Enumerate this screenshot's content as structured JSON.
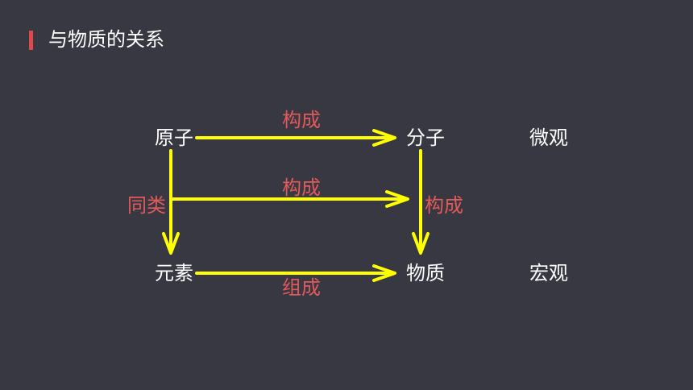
{
  "header": {
    "title": "与物质的关系"
  },
  "nodes": {
    "atom": "原子",
    "molecule": "分子",
    "element": "元素",
    "substance": "物质"
  },
  "relations": {
    "atom_to_molecule": "构成",
    "middle": "构成",
    "molecule_to_substance": "构成",
    "element_to_substance": "组成",
    "atom_to_element": "同类"
  },
  "levels": {
    "micro": "微观",
    "macro": "宏观"
  },
  "colors": {
    "background": "#383842",
    "arrow": "#ffff00",
    "relation_text": "#e25a5a",
    "accent": "#e0484b"
  }
}
